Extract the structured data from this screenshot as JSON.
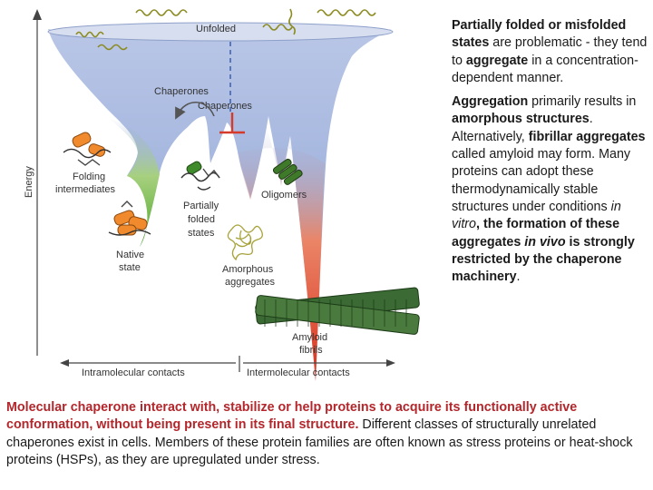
{
  "figure": {
    "axis_y_label": "Energy",
    "labels": {
      "unfolded": "Unfolded",
      "chaperones_1": "Chaperones",
      "chaperones_2": "Chaperones",
      "folding_intermediates_1": "Folding",
      "folding_intermediates_2": "intermediates",
      "native_state_1": "Native",
      "native_state_2": "state",
      "partially_folded_1": "Partially",
      "partially_folded_2": "folded",
      "partially_folded_3": "states",
      "oligomers": "Oligomers",
      "amorphous_1": "Amorphous",
      "amorphous_2": "aggregates",
      "amyloid_1": "Amyloid",
      "amyloid_2": "fibrils"
    },
    "x_axis": {
      "left": "Intramolecular contacts",
      "right": "Intermolecular contacts"
    },
    "colors": {
      "funnel_top": "#8fa5d6",
      "funnel_green": "#6fbf3a",
      "funnel_red": "#e03c2a",
      "inhibit": "#d63a2a",
      "dashed": "#3a5fb0"
    }
  },
  "side": {
    "p1_b1": "Partially folded or misfolded states",
    "p1_t1": " are problematic - they tend to ",
    "p1_b2": "aggregate",
    "p1_t2": " in a concentration-dependent manner.",
    "p2_b1": "Aggregation",
    "p2_t1": " primarily results in ",
    "p2_b2": "amorphous structures",
    "p2_t2": ". Alternatively, ",
    "p2_b3": "fibrillar aggregates",
    "p2_t3": " called amyloid may form. Many proteins can adopt these thermodynamically stable structures under conditions ",
    "p2_i1": "in vitro",
    "p2_b4": ", the formation of these aggregates ",
    "p2_bi1": "in vivo",
    "p2_b5": " is strongly restricted by the chaperone machinery",
    "p2_t4": "."
  },
  "bottom": {
    "red": "Molecular chaperone interact with, stabilize or help proteins to acquire its functionally active conformation, without being present in its final structure.",
    "rest": " Different classes of structurally unrelated chaperones exist in cells. Members of these protein families are often known as stress proteins or heat-shock proteins (HSPs), as they are upregulated under stress."
  }
}
